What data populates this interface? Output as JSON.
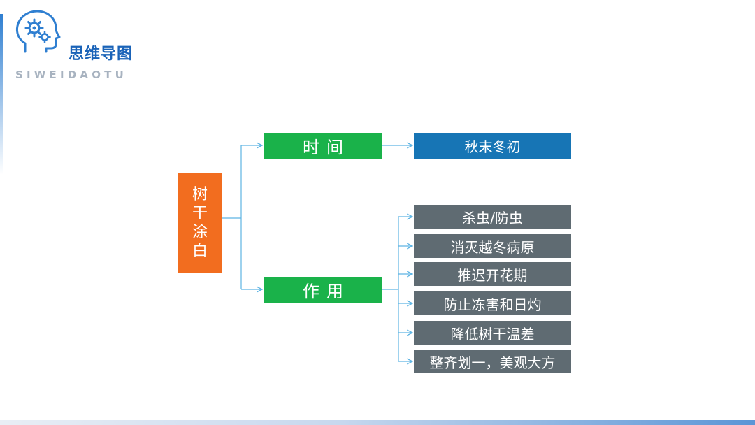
{
  "logo": {
    "title_cn": "思维导图",
    "title_en": "SIWEIDAOTU",
    "icon": "head-gears-icon"
  },
  "colors": {
    "root": "#f26d1f",
    "branch": "#1ab24a",
    "leaf_time": "#1775b5",
    "leaf_effect": "#5f6b72",
    "connector": "#5eb4e3"
  },
  "mindmap": {
    "root": "树干涂白",
    "time": {
      "label": "时间",
      "leaf": "秋末冬初"
    },
    "effect": {
      "label": "作用",
      "leaves": [
        "杀虫/防虫",
        "消灭越冬病原",
        "推迟开花期",
        "防止冻害和日灼",
        "降低树干温差",
        "整齐划一，美观大方"
      ]
    }
  }
}
